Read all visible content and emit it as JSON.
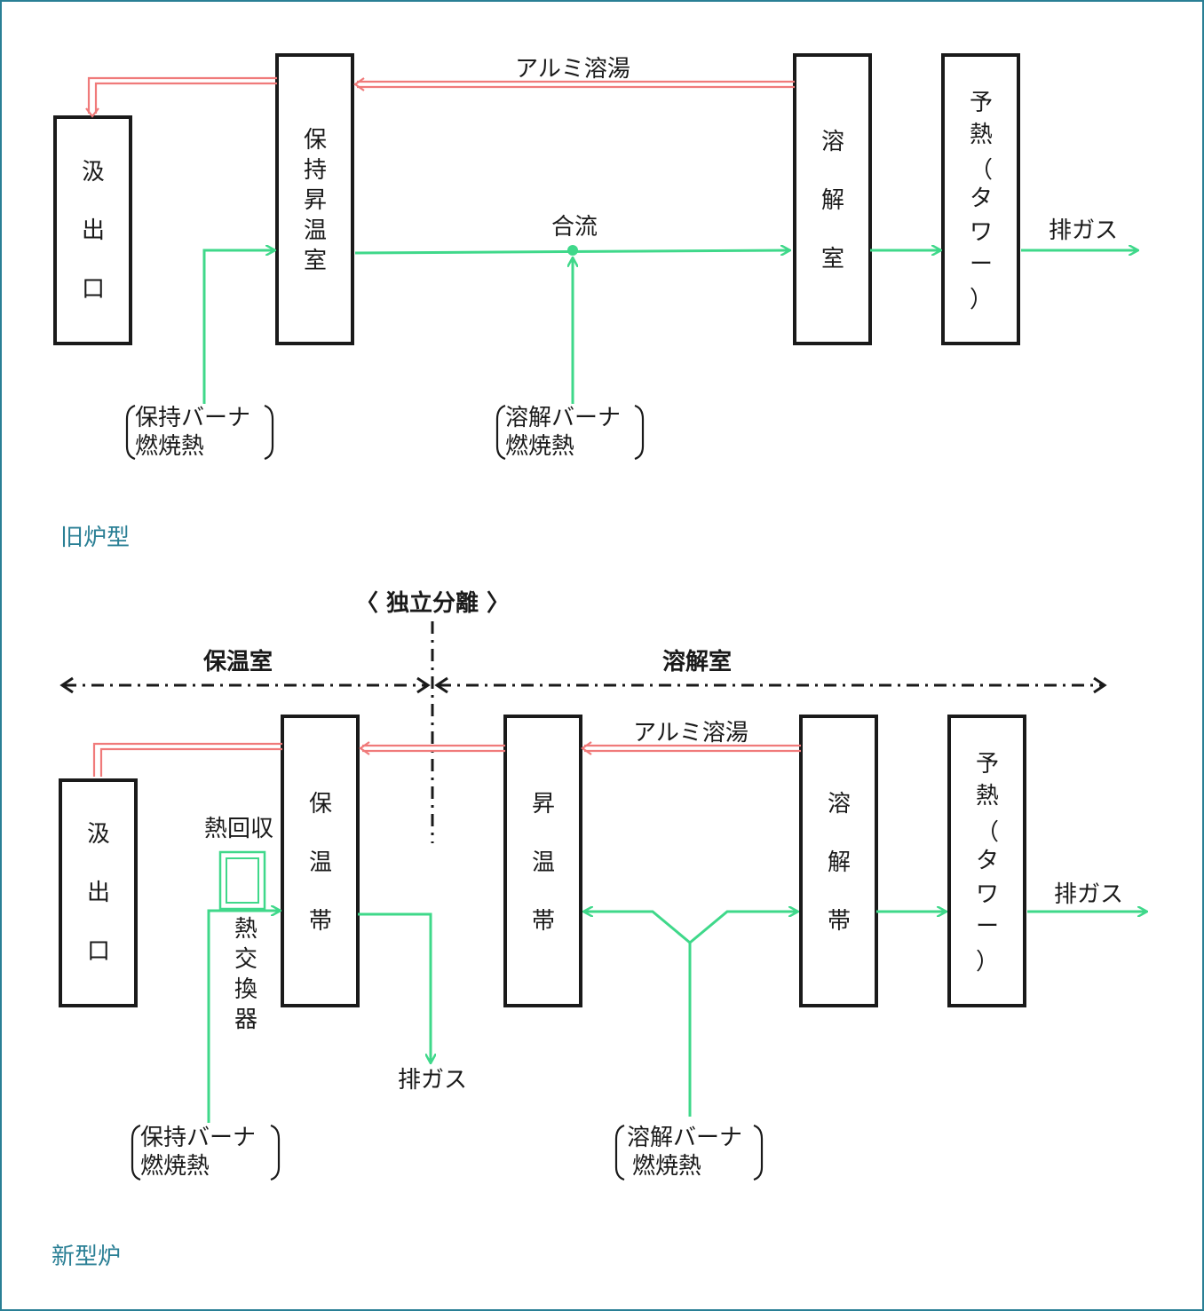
{
  "old": {
    "caption": "旧炉型",
    "kumidashi": [
      "汲",
      "出",
      "口"
    ],
    "hoji": [
      "保",
      "持",
      "昇",
      "温",
      "室"
    ],
    "yokai": [
      "溶",
      "解",
      "室"
    ],
    "yonetsu": [
      "予",
      "熱",
      "（",
      "タ",
      "ワ",
      "ー",
      "）"
    ],
    "alumi_label": "アルミ溶湯",
    "goryu_label": "合流",
    "exhaust_label": "排ガス",
    "hoji_burner": [
      "保持バーナ",
      "燃焼熱"
    ],
    "yokai_burner": [
      "溶解バーナ",
      "燃焼熱"
    ]
  },
  "new": {
    "caption": "新型炉",
    "separation_label": "〈 独立分離 〉",
    "hoonshitsu_label": "保温室",
    "yokaishitsu_label": "溶解室",
    "kumidashi": [
      "汲",
      "出",
      "口"
    ],
    "hoon": [
      "保",
      "温",
      "帯"
    ],
    "shoon": [
      "昇",
      "温",
      "帯"
    ],
    "yokai": [
      "溶",
      "解",
      "帯"
    ],
    "yonetsu": [
      "予",
      "熱",
      "（",
      "タ",
      "ワ",
      "ー",
      "）"
    ],
    "alumi_label": "アルミ溶湯",
    "heat_recovery_label": "熱回収",
    "heat_exchanger": [
      "熱",
      "交",
      "換",
      "器"
    ],
    "exhaust_bottom_label": "排ガス",
    "exhaust_right_label": "排ガス",
    "hoji_burner": [
      "保持バーナ",
      "燃焼熱"
    ],
    "yokai_burner": [
      "溶解バーナ",
      "燃焼熱"
    ]
  }
}
